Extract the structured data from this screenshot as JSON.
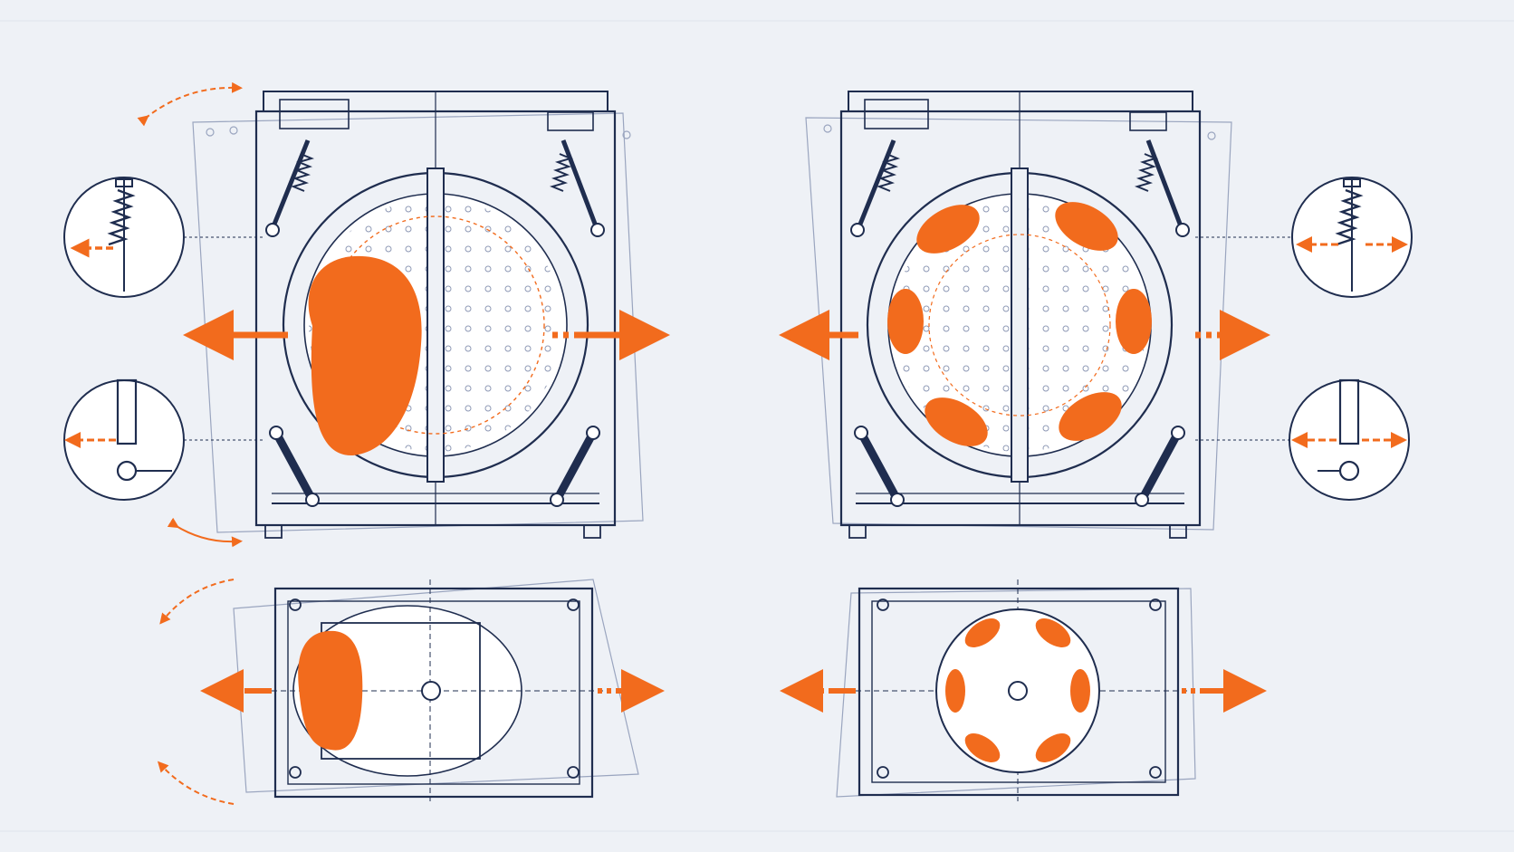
{
  "diagram": {
    "panels": [
      {
        "id": "front-unbalanced",
        "view": "front",
        "load": "single-clump"
      },
      {
        "id": "front-balanced",
        "view": "front",
        "load": "distributed-ring"
      },
      {
        "id": "top-unbalanced",
        "view": "top",
        "load": "single-clump"
      },
      {
        "id": "top-balanced",
        "view": "top",
        "load": "distributed-ring"
      }
    ],
    "colors": {
      "background": "#eef1f6",
      "line": "#1f2d4f",
      "faint_line": "#8e99b5",
      "accent": "#f26b1d",
      "drum_fill": "#ffffff"
    },
    "icons": [
      "spring-icon",
      "damper-icon",
      "arrow-icon",
      "rotation-arrow-icon"
    ]
  }
}
